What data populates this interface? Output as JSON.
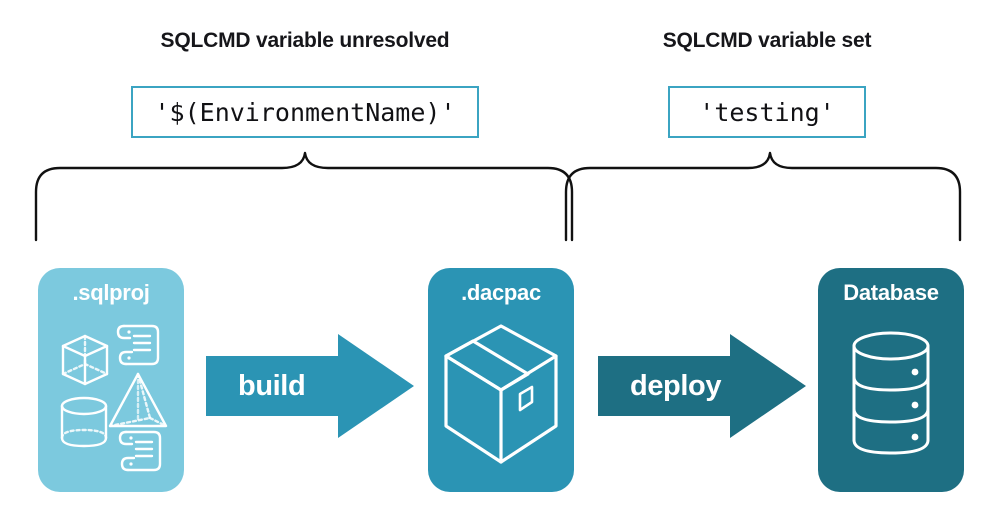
{
  "diagram": {
    "title_left": "SQLCMD variable unresolved",
    "title_right": "SQLCMD variable set",
    "code_left": "'$(EnvironmentName)'",
    "code_right": "'testing'",
    "stages": [
      {
        "label": ".sqlproj",
        "color": "#7cc9de",
        "icons": [
          "cube-icon",
          "scroll-icon",
          "pyramid-icon",
          "cylinder-icon",
          "scroll-icon"
        ]
      },
      {
        "label": ".dacpac",
        "color": "#2b94b4",
        "icons": [
          "package-box-icon"
        ]
      },
      {
        "label": "Database",
        "color": "#1e6f83",
        "icons": [
          "database-cylinder-icon"
        ]
      }
    ],
    "arrows": [
      {
        "label": "build",
        "color": "#2b94b4"
      },
      {
        "label": "deploy",
        "color": "#1e6f83"
      }
    ],
    "colors": {
      "accent_border": "#3ba4c2",
      "light_card": "#7cc9de",
      "mid_card": "#2b94b4",
      "dark_card": "#1e6f83",
      "text": "#16161a",
      "brace_stroke": "#111111",
      "background": "#ffffff"
    }
  }
}
